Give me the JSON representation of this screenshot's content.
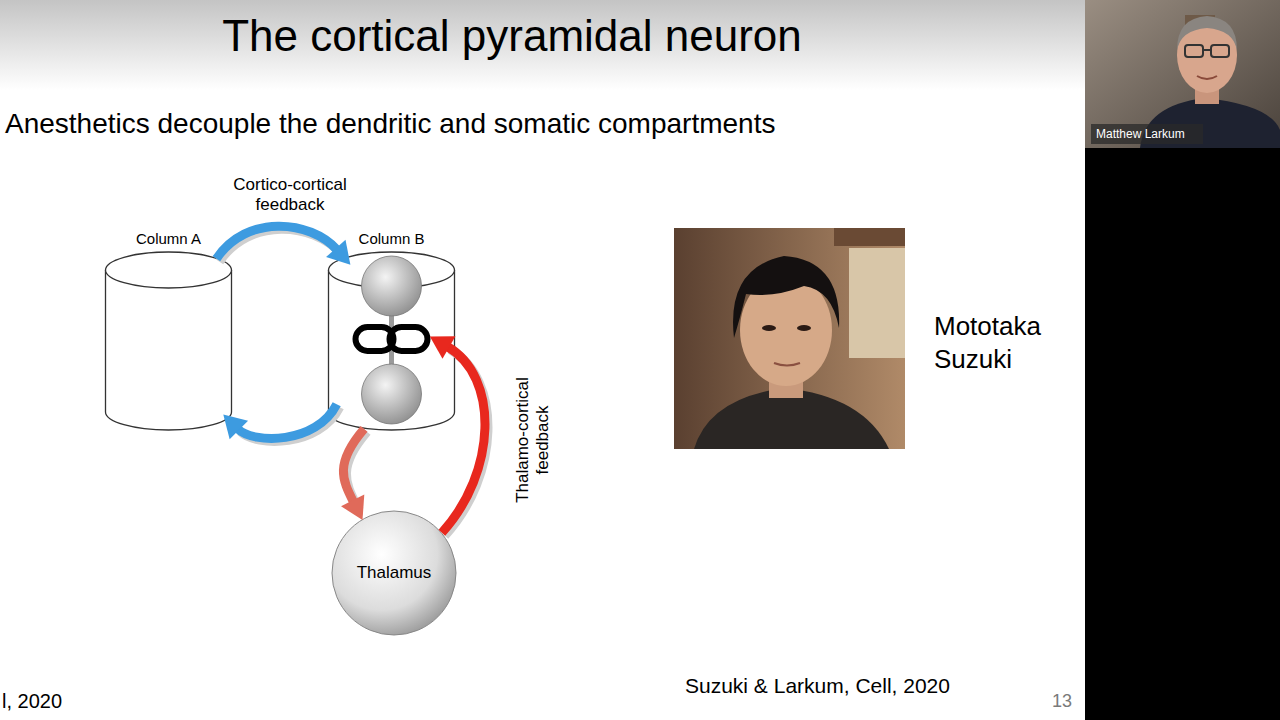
{
  "diagram": {
    "title": "The cortical pyramidal neuron",
    "caption": "Suzuki & Larkum, Cell, 2020",
    "nodes": [
      {
        "text": [
          "Column A"
        ]
      },
      {
        "text": [
          "Column B"
        ]
      },
      {
        "text": [
          "Thalamus"
        ]
      }
    ],
    "edges": [
      {
        "from": 0,
        "to": 1,
        "arrow": "to",
        "label": "Cortico-cortical feedback"
      },
      {
        "from": 1,
        "to": 0,
        "arrow": "to"
      },
      {
        "from": 1,
        "to": 2,
        "arrow": "to"
      },
      {
        "from": 2,
        "to": 1,
        "arrow": "to",
        "label": "Thalamo-cortical feedback"
      }
    ],
    "labels": [
      "Anesthetics decouple the dendritic and somatic compartments",
      "Mototaka Suzuki",
      "l, 2020",
      "13",
      "Matthew Larkum"
    ]
  }
}
